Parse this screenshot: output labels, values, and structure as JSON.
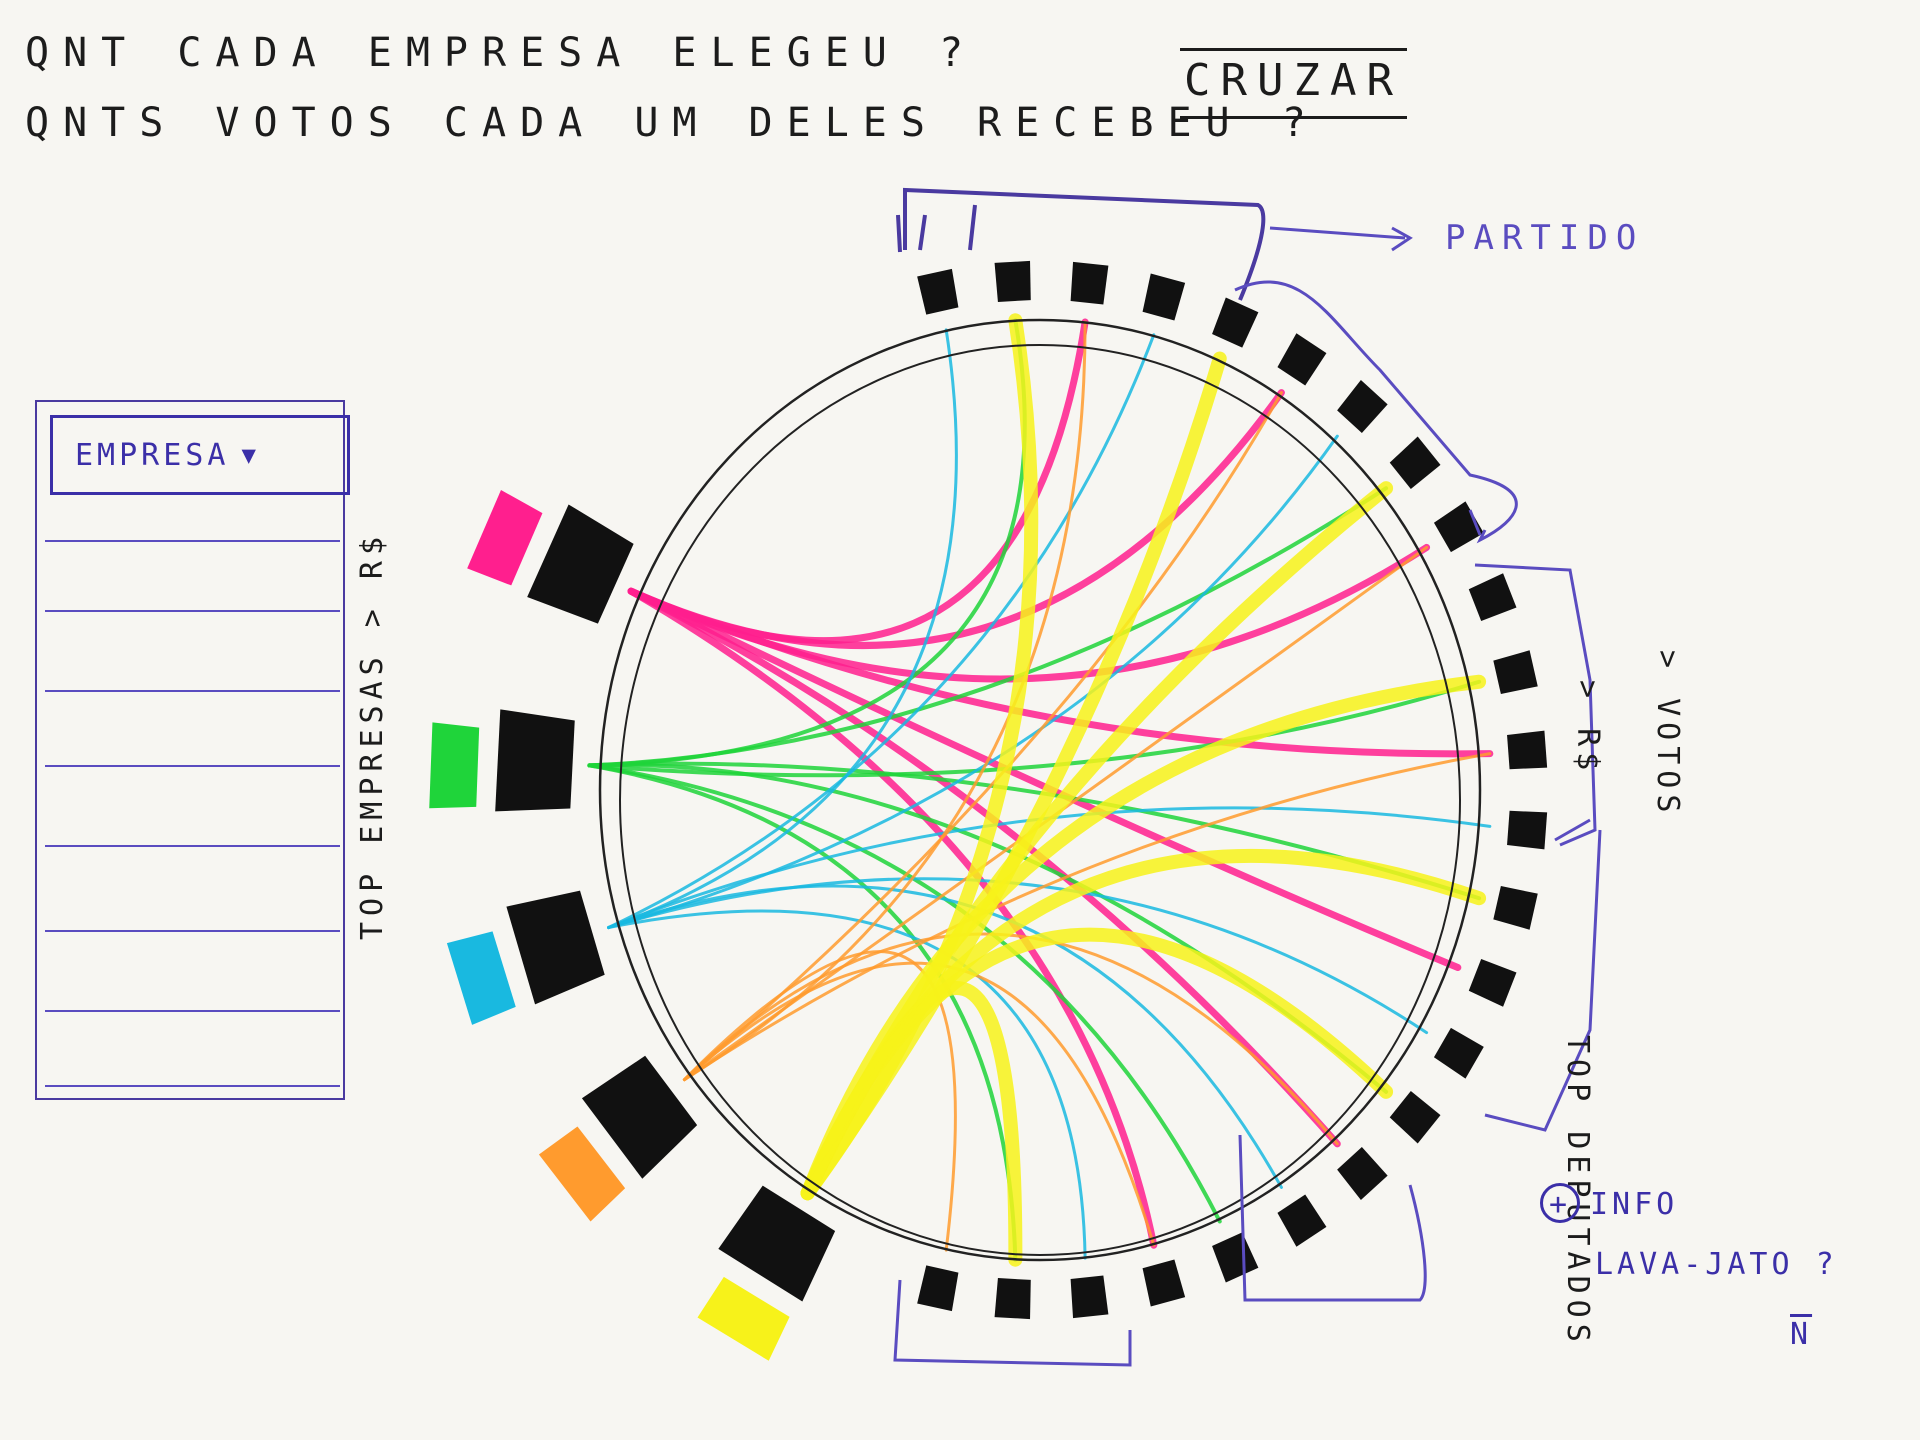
{
  "header": {
    "question1": "QNT CADA EMPRESA ELEGEU ?",
    "question2": "QNTS VOTOS CADA UM DELES RECEBEU ?",
    "action_label": "CRUZAR"
  },
  "sidebar": {
    "dropdown_label": "EMPRESA",
    "dropdown_caret_icon": "caret-down-icon",
    "side_note": "TOP EMPRESAS > R$"
  },
  "diagram": {
    "partido_label": "PARTIDO",
    "top_label": "TOP DEPUTADOS",
    "sort_label_1": "> R$",
    "sort_label_2": "> VOTOS",
    "companies": [
      {
        "id": "empresa-1",
        "color": "#ff1f8e"
      },
      {
        "id": "empresa-2",
        "color": "#1fd43a"
      },
      {
        "id": "empresa-3",
        "color": "#19b9e0"
      },
      {
        "id": "empresa-4",
        "color": "#ff9b2e"
      },
      {
        "id": "empresa-5",
        "color": "#f7f21a"
      }
    ],
    "deputies_count": 24,
    "link_colors": {
      "pink": "#ff2f94",
      "green": "#3ee83a",
      "cyan": "#27c0e3",
      "orange": "#ff9830",
      "yellow": "#f8f32a"
    }
  },
  "info": {
    "plus_icon": "plus-circle-icon",
    "line1": "INFO",
    "line2": "LAVA-JATO ?",
    "line3": "N"
  }
}
